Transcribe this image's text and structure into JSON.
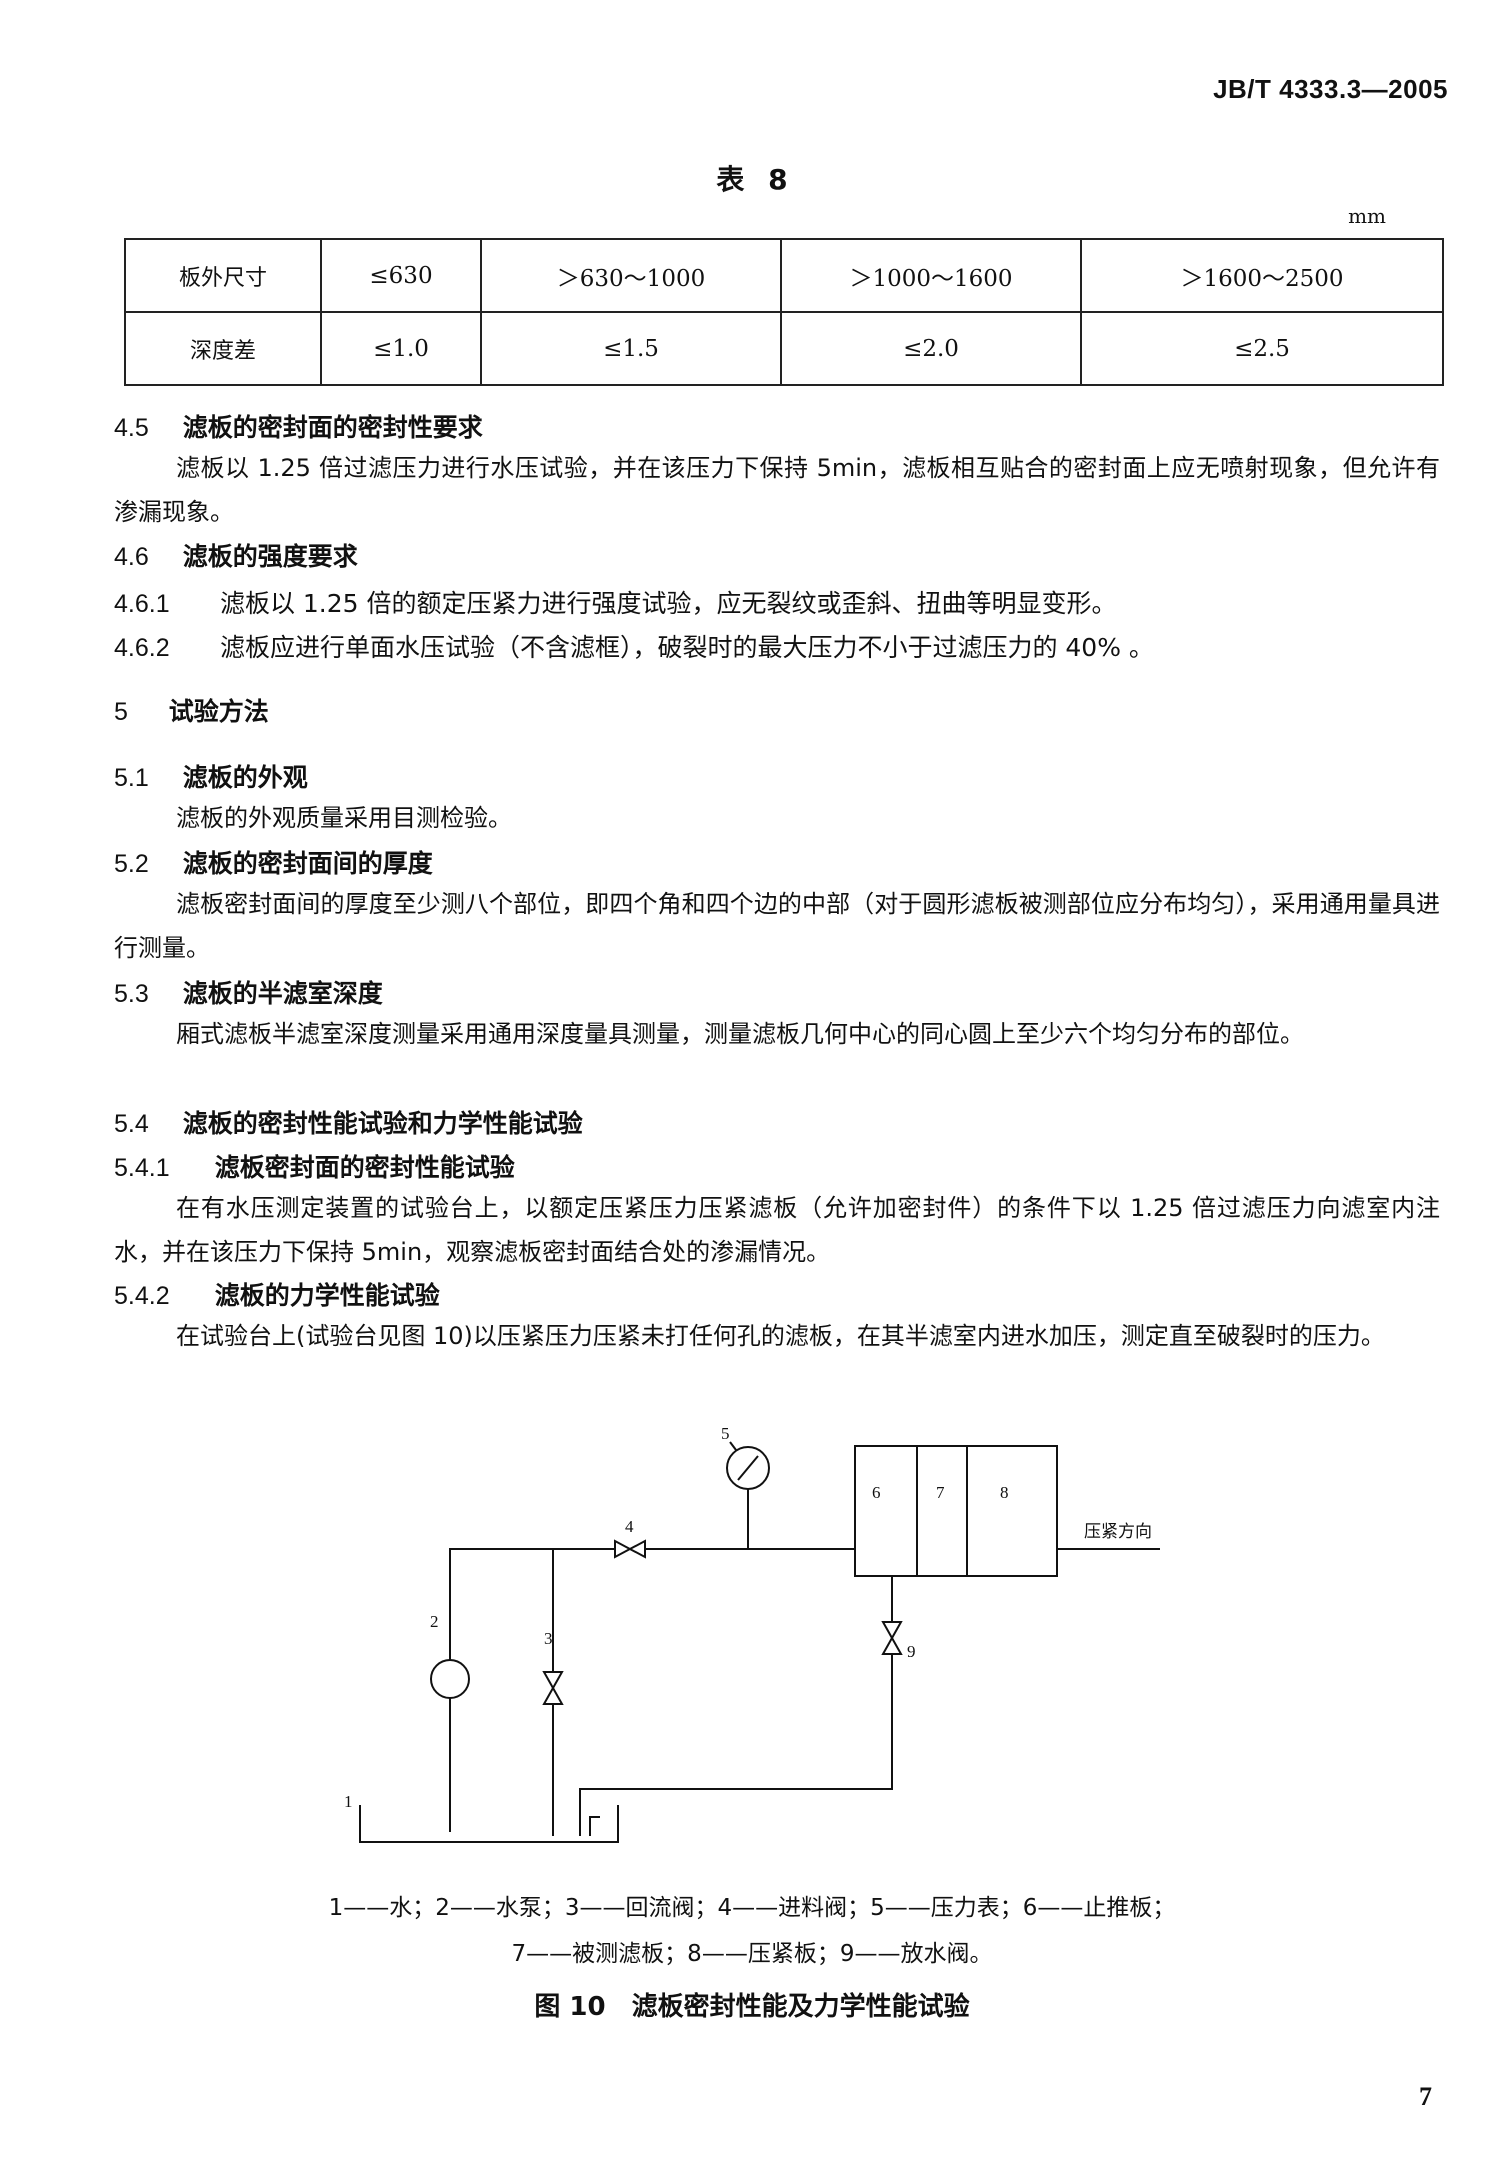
{
  "header": {
    "standard_no": "JB/T 4333.3—2005"
  },
  "table8": {
    "title": "表 8",
    "unit": "mm",
    "rows": [
      [
        "板外尺寸",
        "≤630",
        "＞630～1000",
        "＞1000～1600",
        "＞1600～2500"
      ],
      [
        "深度差",
        "≤1.0",
        "≤1.5",
        "≤2.0",
        "≤2.5"
      ]
    ]
  },
  "sections": {
    "s4_5": {
      "num": "4.5",
      "title": "滤板的密封面的密封性要求",
      "text": "滤板以 1.25 倍过滤压力进行水压试验，并在该压力下保持 5min，滤板相互贴合的密封面上应无喷射现象，但允许有渗漏现象。"
    },
    "s4_6": {
      "num": "4.6",
      "title": "滤板的强度要求"
    },
    "s4_6_1": {
      "num": "4.6.1",
      "text": "滤板以 1.25 倍的额定压紧力进行强度试验，应无裂纹或歪斜、扭曲等明显变形。"
    },
    "s4_6_2": {
      "num": "4.6.2",
      "text": "滤板应进行单面水压试验（不含滤框），破裂时的最大压力不小于过滤压力的 40% 。"
    },
    "s5": {
      "num": "5",
      "title": "试验方法"
    },
    "s5_1": {
      "num": "5.1",
      "title": "滤板的外观",
      "text": "滤板的外观质量采用目测检验。"
    },
    "s5_2": {
      "num": "5.2",
      "title": "滤板的密封面间的厚度",
      "text": "滤板密封面间的厚度至少测八个部位，即四个角和四个边的中部（对于圆形滤板被测部位应分布均匀），采用通用量具进行测量。"
    },
    "s5_3": {
      "num": "5.3",
      "title": "滤板的半滤室深度",
      "text": "厢式滤板半滤室深度测量采用通用深度量具测量，测量滤板几何中心的同心圆上至少六个均匀分布的部位。"
    },
    "s5_4": {
      "num": "5.4",
      "title": "滤板的密封性能试验和力学性能试验"
    },
    "s5_4_1": {
      "num": "5.4.1",
      "title": "滤板密封面的密封性能试验",
      "text": "在有水压测定装置的试验台上，以额定压紧压力压紧滤板（允许加密封件）的条件下以 1.25 倍过滤压力向滤室内注水，并在该压力下保持 5min，观察滤板密封面结合处的渗漏情况。"
    },
    "s5_4_2": {
      "num": "5.4.2",
      "title": "滤板的力学性能试验",
      "text": "在试验台上(试验台见图 10)以压紧压力压紧未打任何孔的滤板，在其半滤室内进水加压，测定直至破裂时的压力。"
    }
  },
  "figure": {
    "labels": [
      "1",
      "2",
      "3",
      "4",
      "5",
      "6",
      "7",
      "8",
      "9"
    ],
    "direction": "压紧方向",
    "legend_line1": "1——水；2——水泵；3——回流阀；4——进料阀；5——压力表；6——止推板；",
    "legend_line2": "7——被测滤板；8——压紧板；9——放水阀。",
    "title": "图 10　滤板密封性能及力学性能试验"
  },
  "page_number": "7"
}
